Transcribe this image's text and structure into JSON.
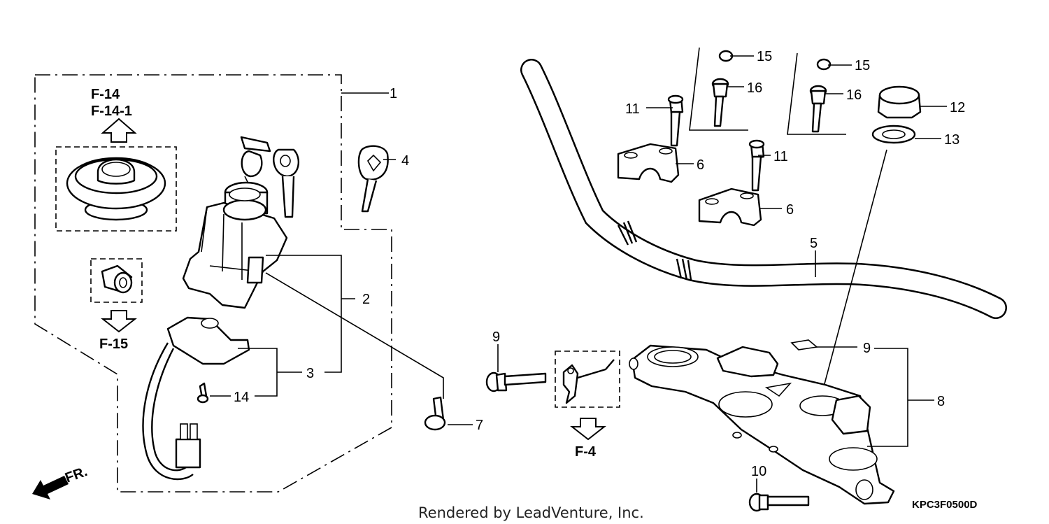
{
  "diagram": {
    "code": "KPC3F0500D",
    "footer": "Rendered by LeadVenture, Inc.",
    "direction_label": "FR.",
    "references": [
      "F-14",
      "F-14-1",
      "F-15",
      "F-4"
    ],
    "callouts": [
      "1",
      "2",
      "3",
      "4",
      "5",
      "6",
      "6",
      "7",
      "8",
      "9",
      "9",
      "10",
      "11",
      "11",
      "12",
      "13",
      "14",
      "15",
      "15",
      "16",
      "16"
    ]
  }
}
